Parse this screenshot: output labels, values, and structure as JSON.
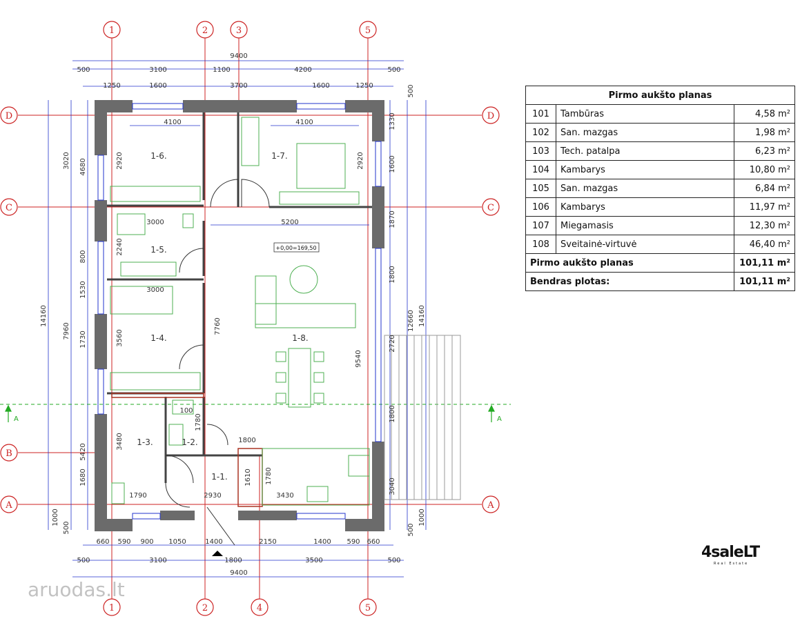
{
  "table": {
    "title": "Pirmo aukšto planas",
    "rows": [
      {
        "num": "101",
        "name": "Tambūras",
        "area": "4,58 m²"
      },
      {
        "num": "102",
        "name": "San. mazgas",
        "area": "1,98 m²"
      },
      {
        "num": "103",
        "name": "Tech. patalpa",
        "area": "6,23 m²"
      },
      {
        "num": "104",
        "name": "Kambarys",
        "area": "10,80 m²"
      },
      {
        "num": "105",
        "name": "San. mazgas",
        "area": "6,84 m²"
      },
      {
        "num": "106",
        "name": "Kambarys",
        "area": "11,97 m²"
      },
      {
        "num": "107",
        "name": "Miegamasis",
        "area": "12,30 m²"
      },
      {
        "num": "108",
        "name": "Sveitainė-virtuvė",
        "area": "46,40 m²"
      }
    ],
    "total1_label": "Pirmo aukšto planas",
    "total1_value": "101,11 m²",
    "total2_label": "Bendras plotas:",
    "total2_value": "101,11 m²"
  },
  "axes": {
    "top": [
      "1",
      "2",
      "3",
      "5"
    ],
    "bottom": [
      "1",
      "2",
      "4",
      "5"
    ],
    "left": [
      "D",
      "C",
      "B",
      "A"
    ],
    "right": [
      "D",
      "C",
      "A"
    ]
  },
  "section": {
    "label": "A"
  },
  "rooms": [
    "1-1.",
    "1-2.",
    "1-3.",
    "1-4.",
    "1-5.",
    "1-6.",
    "1-7.",
    "1-8."
  ],
  "level_mark": "+0,00=169,50",
  "dims": {
    "top_total": "9400",
    "top_row1": [
      "500",
      "3100",
      "1100",
      "4200",
      "500"
    ],
    "top_row2": [
      "1250",
      "1600",
      "3700",
      "1600",
      "1250"
    ],
    "bottom_row1": [
      "660",
      "590",
      "900",
      "1050",
      "1400",
      "2150",
      "1400",
      "590",
      "660"
    ],
    "bottom_row2": [
      "500",
      "3100",
      "1800",
      "3500",
      "500"
    ],
    "bottom_total": "9400",
    "left_total": "14160",
    "left_outer": [
      "3020",
      "4680",
      "7960",
      "5420",
      "1000"
    ],
    "left_inner": [
      "2920",
      "2240",
      "800",
      "1530",
      "3560",
      "1730",
      "3480",
      "1680",
      "500"
    ],
    "right_total": "14160",
    "right_outer": [
      "12660",
      "1000"
    ],
    "right_inner": [
      "500",
      "1330",
      "1600",
      "1870",
      "1800",
      "2720",
      "1800",
      "3040",
      "500"
    ],
    "interior": [
      "4100",
      "4100",
      "3000",
      "5200",
      "3000",
      "1800",
      "1790",
      "2930",
      "3430",
      "2920",
      "7760",
      "9540",
      "1780",
      "1780",
      "1610",
      "100"
    ]
  },
  "watermark": "aruodas.lt",
  "logo": {
    "main": "4saleLT",
    "sub": "Real Estate"
  }
}
